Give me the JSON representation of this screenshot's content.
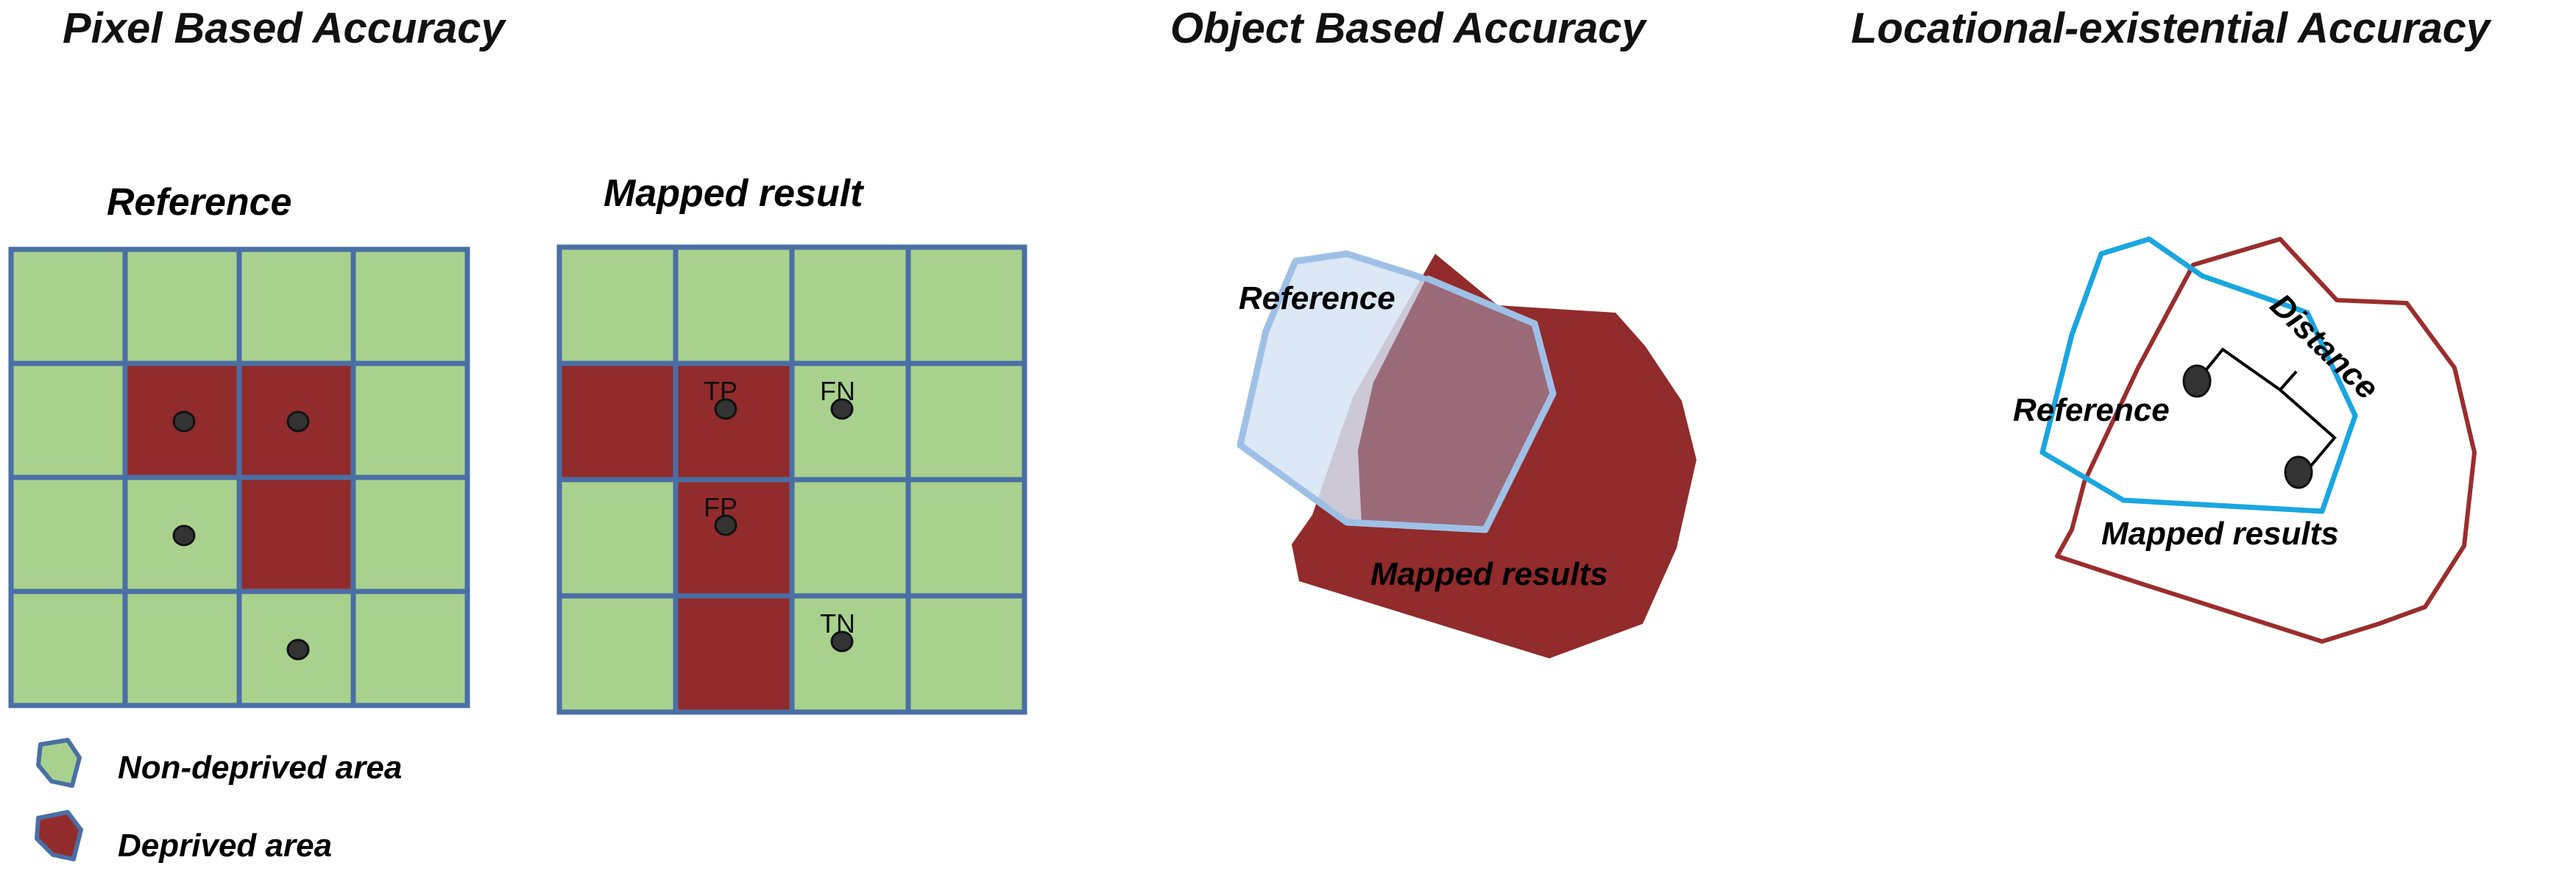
{
  "titles": {
    "pixel": "Pixel Based Accuracy",
    "object": "Object Based Accuracy",
    "locational": "Locational-existential Accuracy"
  },
  "pixel_panel": {
    "reference_label": "Reference",
    "mapped_label": "Mapped result",
    "grid_size": 4,
    "reference_deprived_cells": [
      [
        1,
        1
      ],
      [
        1,
        2
      ],
      [
        2,
        2
      ]
    ],
    "reference_points": [
      [
        1,
        1
      ],
      [
        1,
        2
      ],
      [
        2,
        1
      ],
      [
        3,
        2
      ]
    ],
    "mapped_deprived_cells": [
      [
        1,
        0
      ],
      [
        1,
        1
      ],
      [
        2,
        1
      ],
      [
        3,
        1
      ]
    ],
    "mapped_points": [
      {
        "row": 1,
        "col": 1,
        "code": "TP"
      },
      {
        "row": 1,
        "col": 2,
        "code": "FN"
      },
      {
        "row": 2,
        "col": 1,
        "code": "FP"
      },
      {
        "row": 3,
        "col": 2,
        "code": "TN"
      }
    ]
  },
  "legend": {
    "non_deprived": "Non-deprived area",
    "deprived": "Deprived area"
  },
  "object_panel": {
    "reference_label": "Reference",
    "mapped_label": "Mapped results"
  },
  "locational_panel": {
    "reference_label": "Reference",
    "mapped_label": "Mapped results",
    "distance_label": "Distance"
  },
  "colors": {
    "non_deprived_fill": "#a9d18e",
    "deprived_fill": "#922b2b",
    "grid_line": "#4a6fa5",
    "reference_fill": "#d6e4f4",
    "reference_stroke": "#9fc0e6",
    "overlap_fill": "#9a6a78",
    "loc_reference_stroke": "#1aa6e0",
    "loc_mapped_stroke": "#9b2d2d",
    "point_fill": "#333333"
  }
}
